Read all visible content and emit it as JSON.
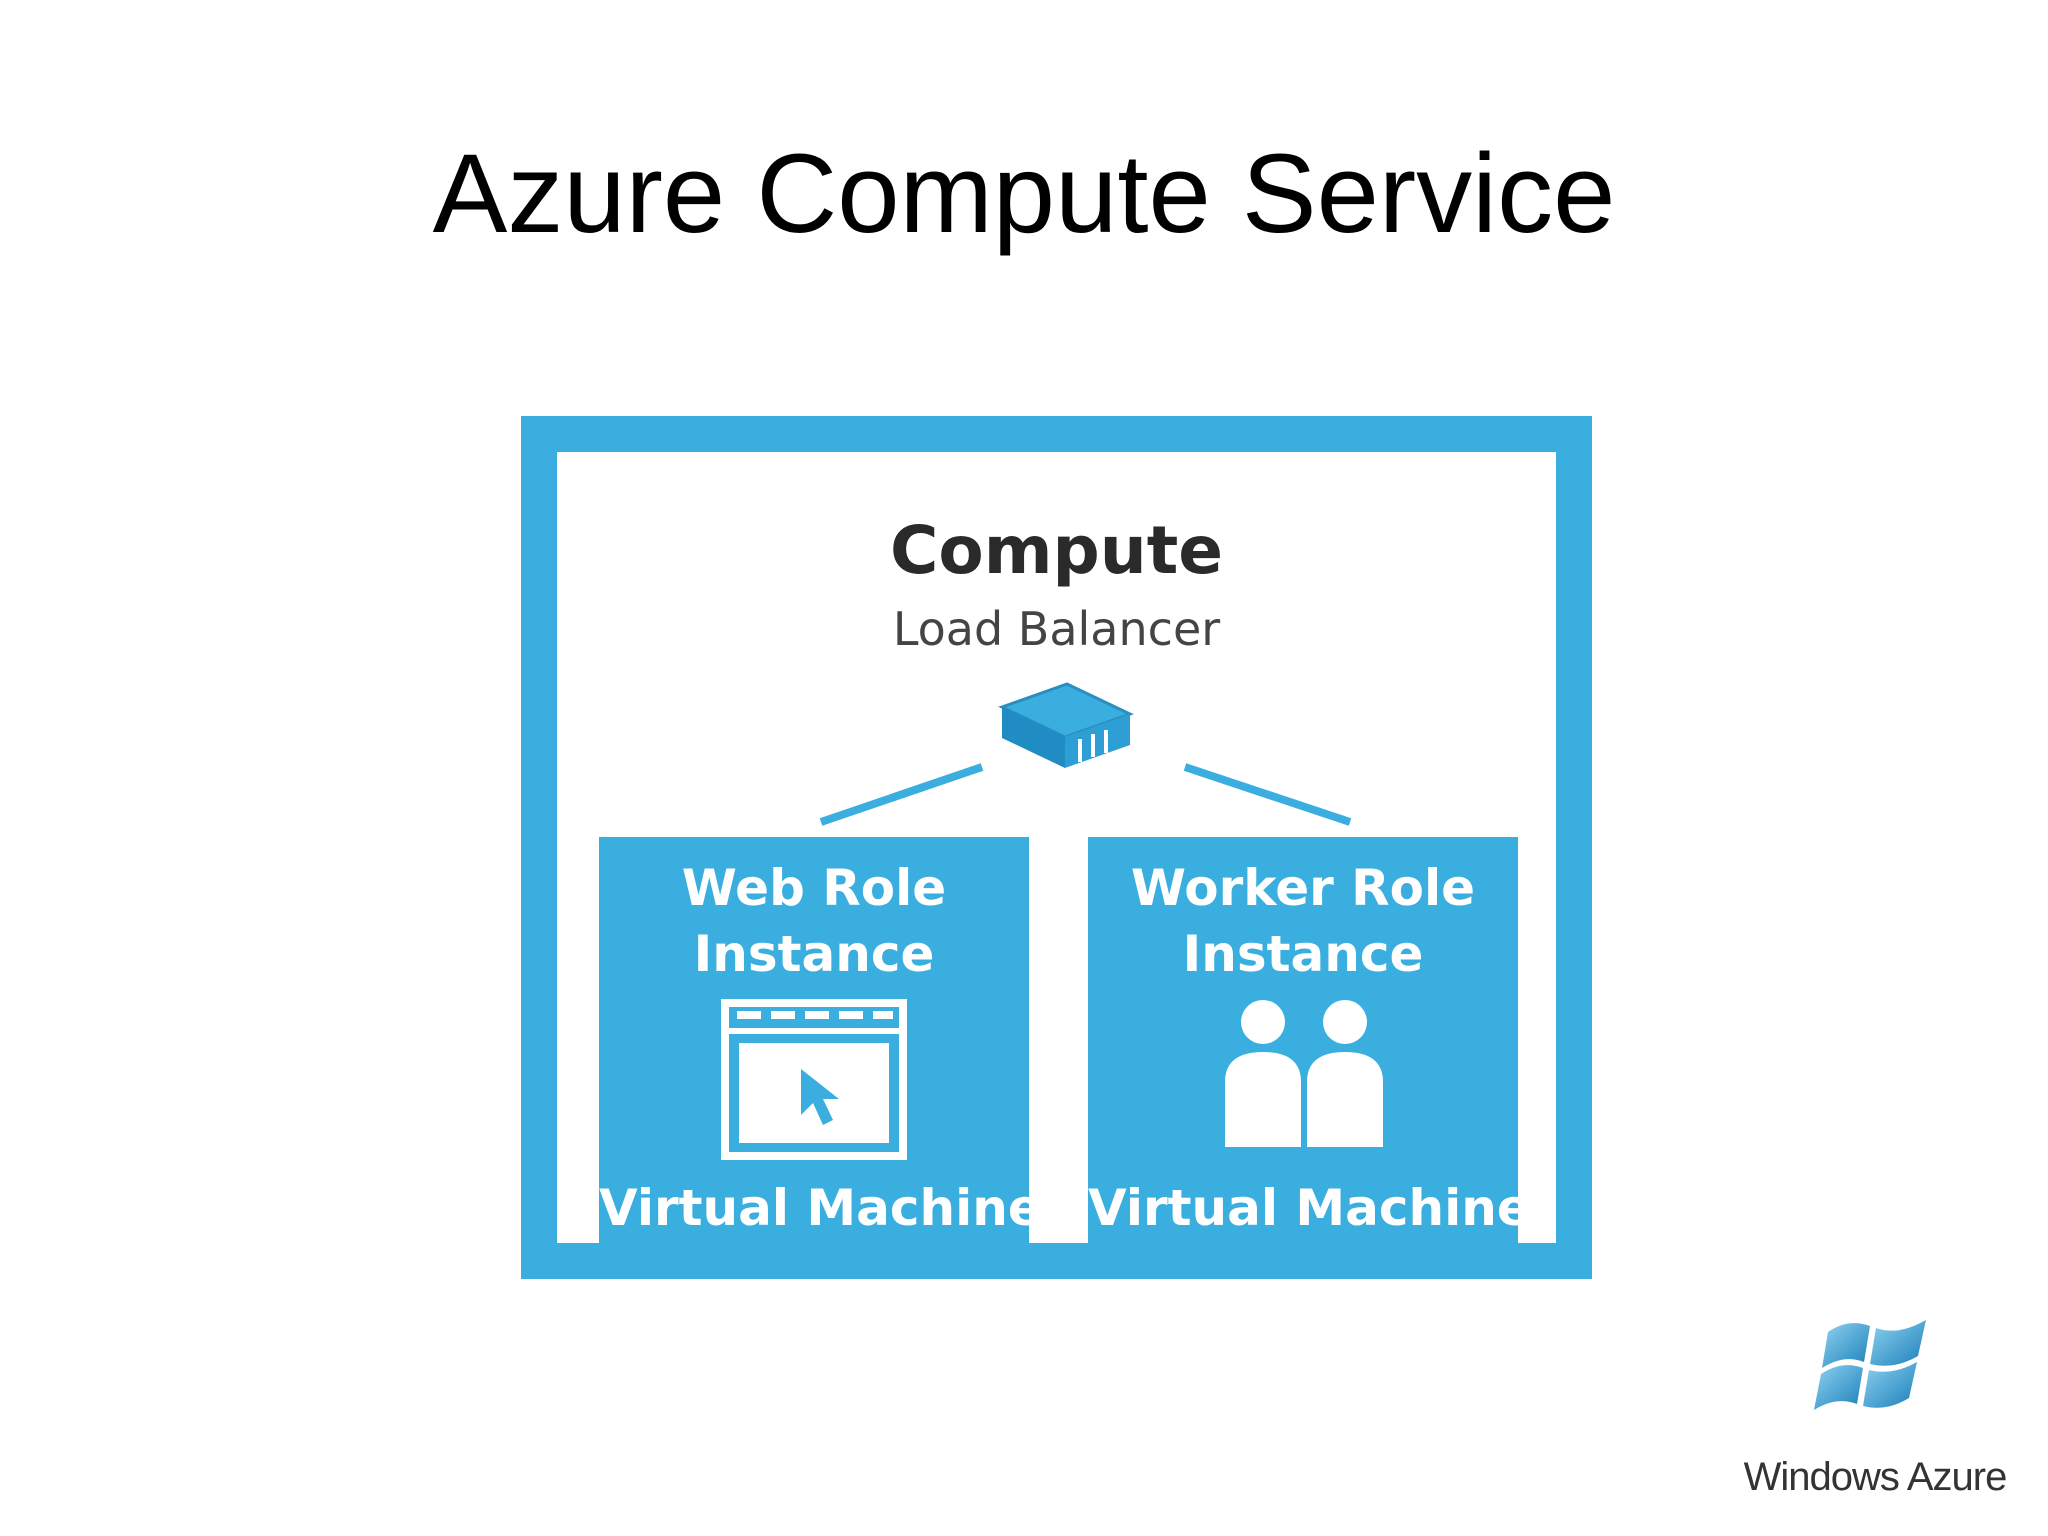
{
  "slide": {
    "title": "Azure Compute Service"
  },
  "diagram": {
    "compute_title": "Compute",
    "load_balancer_label": "Load Balancer",
    "roles": [
      {
        "title": "Web Role\nInstance",
        "icon": "browser-window-icon",
        "vm_label": "Virtual Machine"
      },
      {
        "title": "Worker Role\nInstance",
        "icon": "users-icon",
        "vm_label": "Virtual Machine"
      }
    ]
  },
  "logo": {
    "text": "Windows Azure",
    "icon": "windows-flag-icon"
  },
  "colors": {
    "accent": "#3aaede",
    "title_text": "#000000"
  }
}
